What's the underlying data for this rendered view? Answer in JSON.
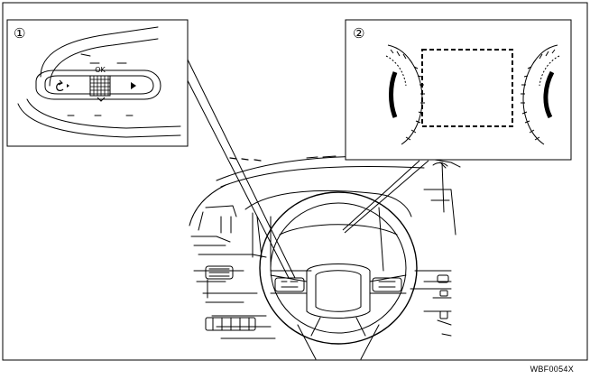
{
  "callouts": [
    {
      "label": "①"
    },
    {
      "label": "②"
    }
  ],
  "switch_label": "OK",
  "figure_code": "WBF0054X"
}
